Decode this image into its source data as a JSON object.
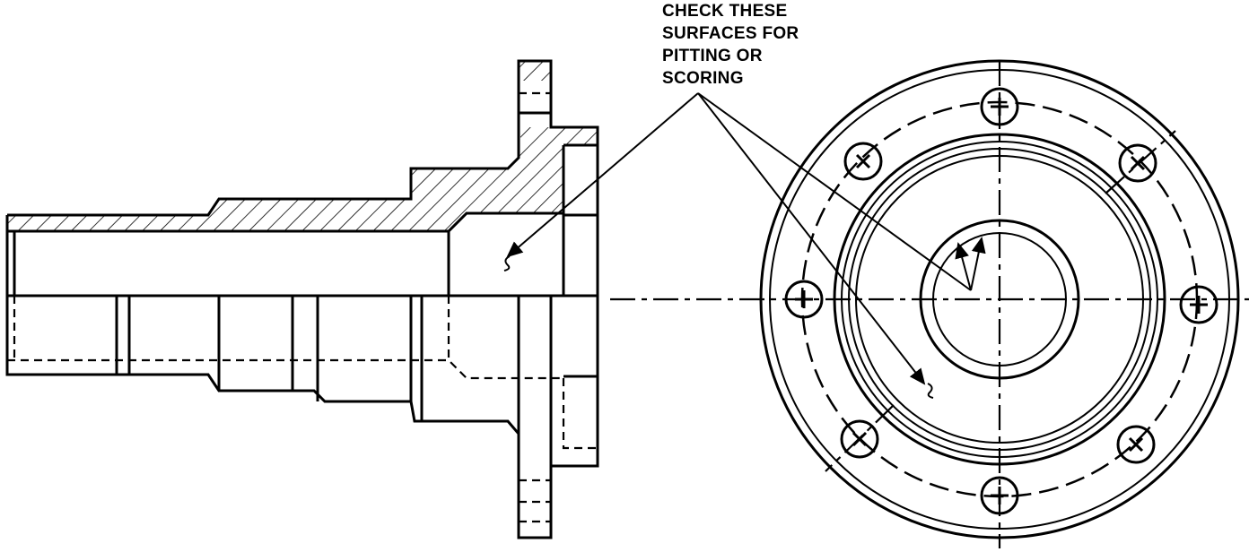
{
  "callout": {
    "lines": [
      "CHECK THESE",
      "SURFACES FOR",
      "PITTING OR",
      "SCORING"
    ]
  }
}
